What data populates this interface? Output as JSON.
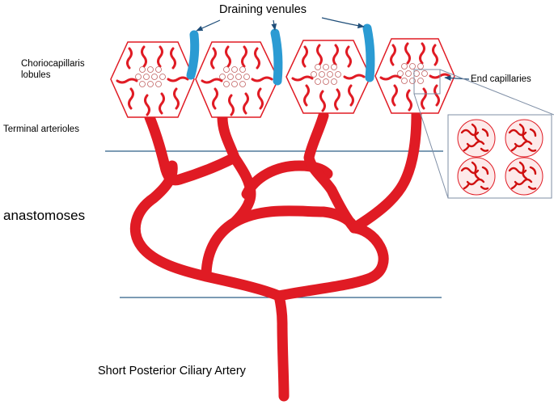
{
  "labels": {
    "draining_venules": "Draining venules",
    "choriocapillaris_line1": "Choriocapillaris",
    "choriocapillaris_line2": "lobules",
    "end_capillaries": "End capillaries",
    "terminal_arterioles": "Terminal arterioles",
    "anastomoses": "anastomoses",
    "short_posterior_ciliary_artery": "Short Posterior Ciliary Artery"
  },
  "colors": {
    "artery": "#e01b24",
    "venule": "#2b9bd3",
    "pointer": "#1f4e79",
    "level_line": "#2e5f86",
    "inset_border": "#7f8fa6",
    "lobule_border": "#e01b24",
    "text": "#000000"
  }
}
